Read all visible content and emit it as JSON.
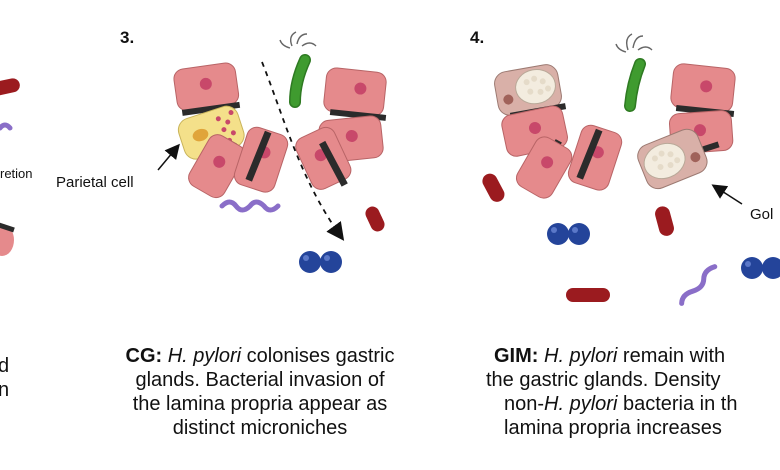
{
  "left_fragments": {
    "label_1": "retion",
    "label_2": "d",
    "label_3": "n"
  },
  "panel3": {
    "number": "3.",
    "cell_label": "Parietal cell",
    "caption": {
      "line1_bold": "CG:",
      "line1_italic": "H. pylori",
      "line1_rest": " colonises gastric",
      "line2": "glands. Bacterial invasion of",
      "line3": "the lamina propria appear as",
      "line4": "distinct microniches"
    }
  },
  "panel4": {
    "number": "4.",
    "cell_label": "Gol",
    "caption": {
      "line1_bold": "GIM:",
      "line1_italic": "H. pylori",
      "line1_rest": " remain with",
      "line2": "the gastric glands. Density",
      "line3_prefix": "non-",
      "line3_italic": "H. pylori",
      "line3_rest": " bacteria in th",
      "line4": "lamina propria increases"
    }
  },
  "colors": {
    "epithelial_cell": "#e58a8c",
    "nucleus": "#c8486a",
    "tight_junction": "#2b2b2b",
    "parietal_cell": "#f4e08a",
    "goblet_cell": "#d9b0a8",
    "h_pylori": "#3f9b2f",
    "rod_bacteria": "#9b1b1f",
    "cocci": "#24449a",
    "spirochete": "#8a6ec8"
  }
}
